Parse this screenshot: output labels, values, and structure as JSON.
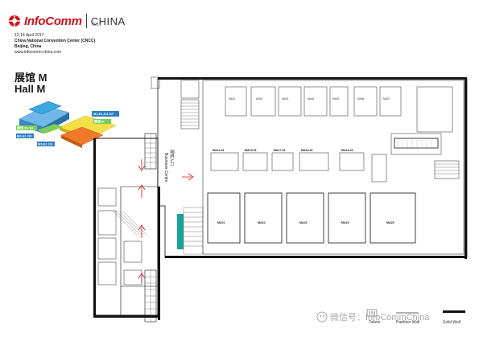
{
  "header": {
    "brand_name": "InfoComm",
    "brand_region": "CHINA",
    "brand_year": "2017",
    "dates": "12-14 April 2017",
    "venue": "China National Convention Center (CNCC)",
    "city": "Beijing, China",
    "website": "www.infocomm-china.com"
  },
  "hall": {
    "title_cn": "展馆 M",
    "title_en": "Hall M"
  },
  "mini_map": {
    "levels": [
      "M1-E1-E4 /2F",
      "M2-E1 /3F",
      "M3-E1 /2F"
    ],
    "zones": [
      "展馆 M",
      "展馆 S1-S4"
    ]
  },
  "booths": {
    "top_row": [
      "MA01",
      "MA02",
      "MA03",
      "MA04",
      "MA05",
      "MA06",
      "MA07"
    ],
    "middle_row": [
      "MA11-01",
      "MA15-01",
      "MA17-01",
      "MA18-01",
      "MA20-01"
    ],
    "bottom_row": [
      "MA21",
      "MA22",
      "MA23",
      "MA24",
      "MA25"
    ]
  },
  "entrance": {
    "cn": "展馆入口",
    "en": "Business Centre"
  },
  "legend": {
    "items": [
      "Toilets",
      "Partition Wall",
      "Solid Wall"
    ]
  },
  "watermark": {
    "text": "微信号：InfoCommChina"
  },
  "colors": {
    "brand_red": "#d0111b",
    "arrow_red": "#d0111b",
    "teal": "#1aa39a",
    "wall": "#111111"
  }
}
